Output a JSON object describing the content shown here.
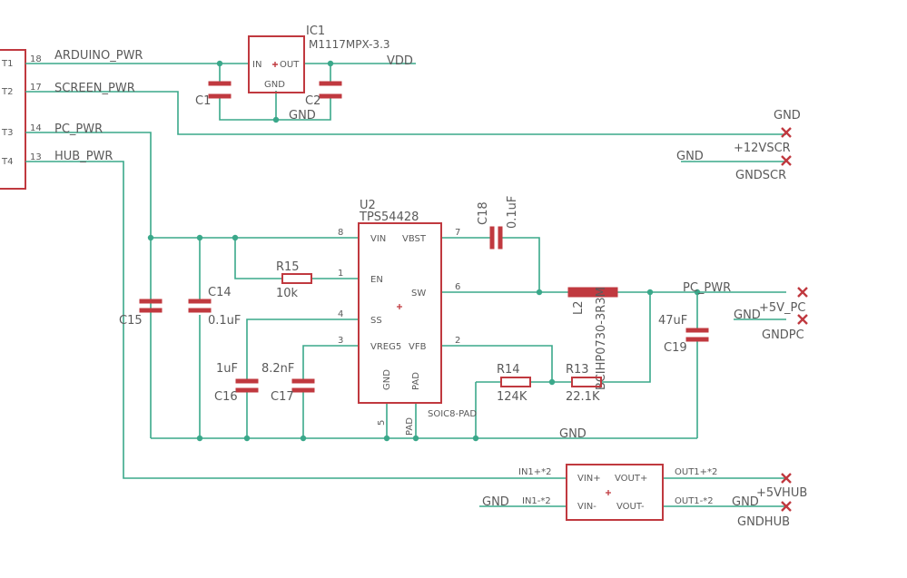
{
  "connector": {
    "pins": [
      {
        "name": "T1",
        "num": "18",
        "net": "ARDUINO_PWR"
      },
      {
        "name": "T2",
        "num": "17",
        "net": "SCREEN_PWR"
      },
      {
        "name": "T3",
        "num": "14",
        "net": "PC_PWR"
      },
      {
        "name": "T4",
        "num": "13",
        "net": "HUB_PWR"
      }
    ]
  },
  "ic1": {
    "name": "IC1",
    "value": "M1117MPX-3.3",
    "pin_in": "IN",
    "pin_out": "OUT",
    "pin_gnd": "GND"
  },
  "c1": "C1",
  "c2": "C2",
  "gnd_label": "GND",
  "vdd_label": "VDD",
  "screen_out": {
    "gnd": "GND",
    "vscr": "+12VSCR",
    "gndscr": "GNDSCR",
    "gnd2": "GND"
  },
  "u2": {
    "name": "U2",
    "value": "TPS54428",
    "package": "SOIC8-PAD",
    "pins_left": [
      {
        "n": "8",
        "l": "VIN"
      },
      {
        "n": "1",
        "l": "EN"
      },
      {
        "n": "4",
        "l": "SS"
      },
      {
        "n": "3",
        "l": "VREG5"
      }
    ],
    "pins_right": [
      {
        "n": "7",
        "l": "VBST"
      },
      {
        "n": "6",
        "l": "SW"
      },
      {
        "n": "2",
        "l": "VFB"
      }
    ],
    "pin_gnd": "GND",
    "pin_pad": "PAD",
    "pin5": "5",
    "pin_pad_num": "PAD"
  },
  "r15": {
    "name": "R15",
    "value": "10k"
  },
  "c18": {
    "name": "C18",
    "value": "0.1uF"
  },
  "l2": {
    "name": "L2",
    "value": "BCIHP0730-3R3M"
  },
  "c14": {
    "name": "C14",
    "value": "0.1uF"
  },
  "c15": {
    "name": "C15"
  },
  "c16": {
    "name": "C16",
    "value": "1uF"
  },
  "c17": {
    "name": "C17",
    "value": "8.2nF"
  },
  "r14": {
    "name": "R14",
    "value": "124K"
  },
  "r13": {
    "name": "R13",
    "value": "22.1K"
  },
  "c19": {
    "name": "C19",
    "value": "47uF"
  },
  "pc_out": {
    "net": "PC_PWR",
    "v": "+5V_PC",
    "gnd": "GND",
    "gndpc": "GNDPC"
  },
  "gnd_bottom": "GND",
  "hub_mod": {
    "in_plus": "IN1+*2",
    "in_minus": "IN1-*2",
    "out_plus": "OUT1+*2",
    "out_minus": "OUT1-*2",
    "vin_plus": "VIN+",
    "vin_minus": "VIN-",
    "vout_plus": "VOUT+",
    "vout_minus": "VOUT-",
    "gnd_in": "GND",
    "gnd_out": "GND",
    "v": "+5VHUB",
    "gndhub": "GNDHUB"
  },
  "colors": {
    "net": "#3aa88a",
    "part": "#c0393f",
    "text": "#5a5a5a"
  }
}
